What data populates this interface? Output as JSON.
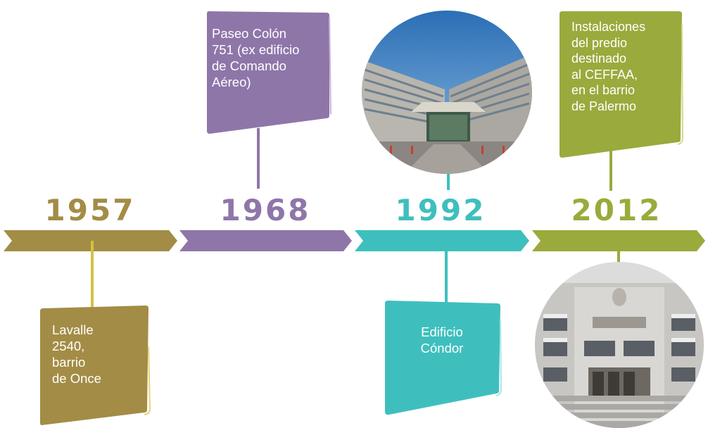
{
  "colors": {
    "gold": "#a38c46",
    "purple": "#8e76a9",
    "teal": "#3ebfbe",
    "olive": "#9aaa3c",
    "line_gold": "#d4c043"
  },
  "timeline": [
    {
      "year": "1957",
      "caption": "Lavalle\n2540,\nbarrio\nde Once"
    },
    {
      "year": "1968",
      "caption": "Paseo Colón\n751 (ex edificio\nde Comando\nAéreo)"
    },
    {
      "year": "1992",
      "caption": "Edificio\nCóndor"
    },
    {
      "year": "2012",
      "caption": "Instalaciones\ndel predio\ndestinado\nal CEFFAA,\nen el barrio\nde Palermo"
    }
  ],
  "photos": [
    {
      "icon": "building-condor-photo"
    },
    {
      "icon": "school-building-photo"
    }
  ]
}
